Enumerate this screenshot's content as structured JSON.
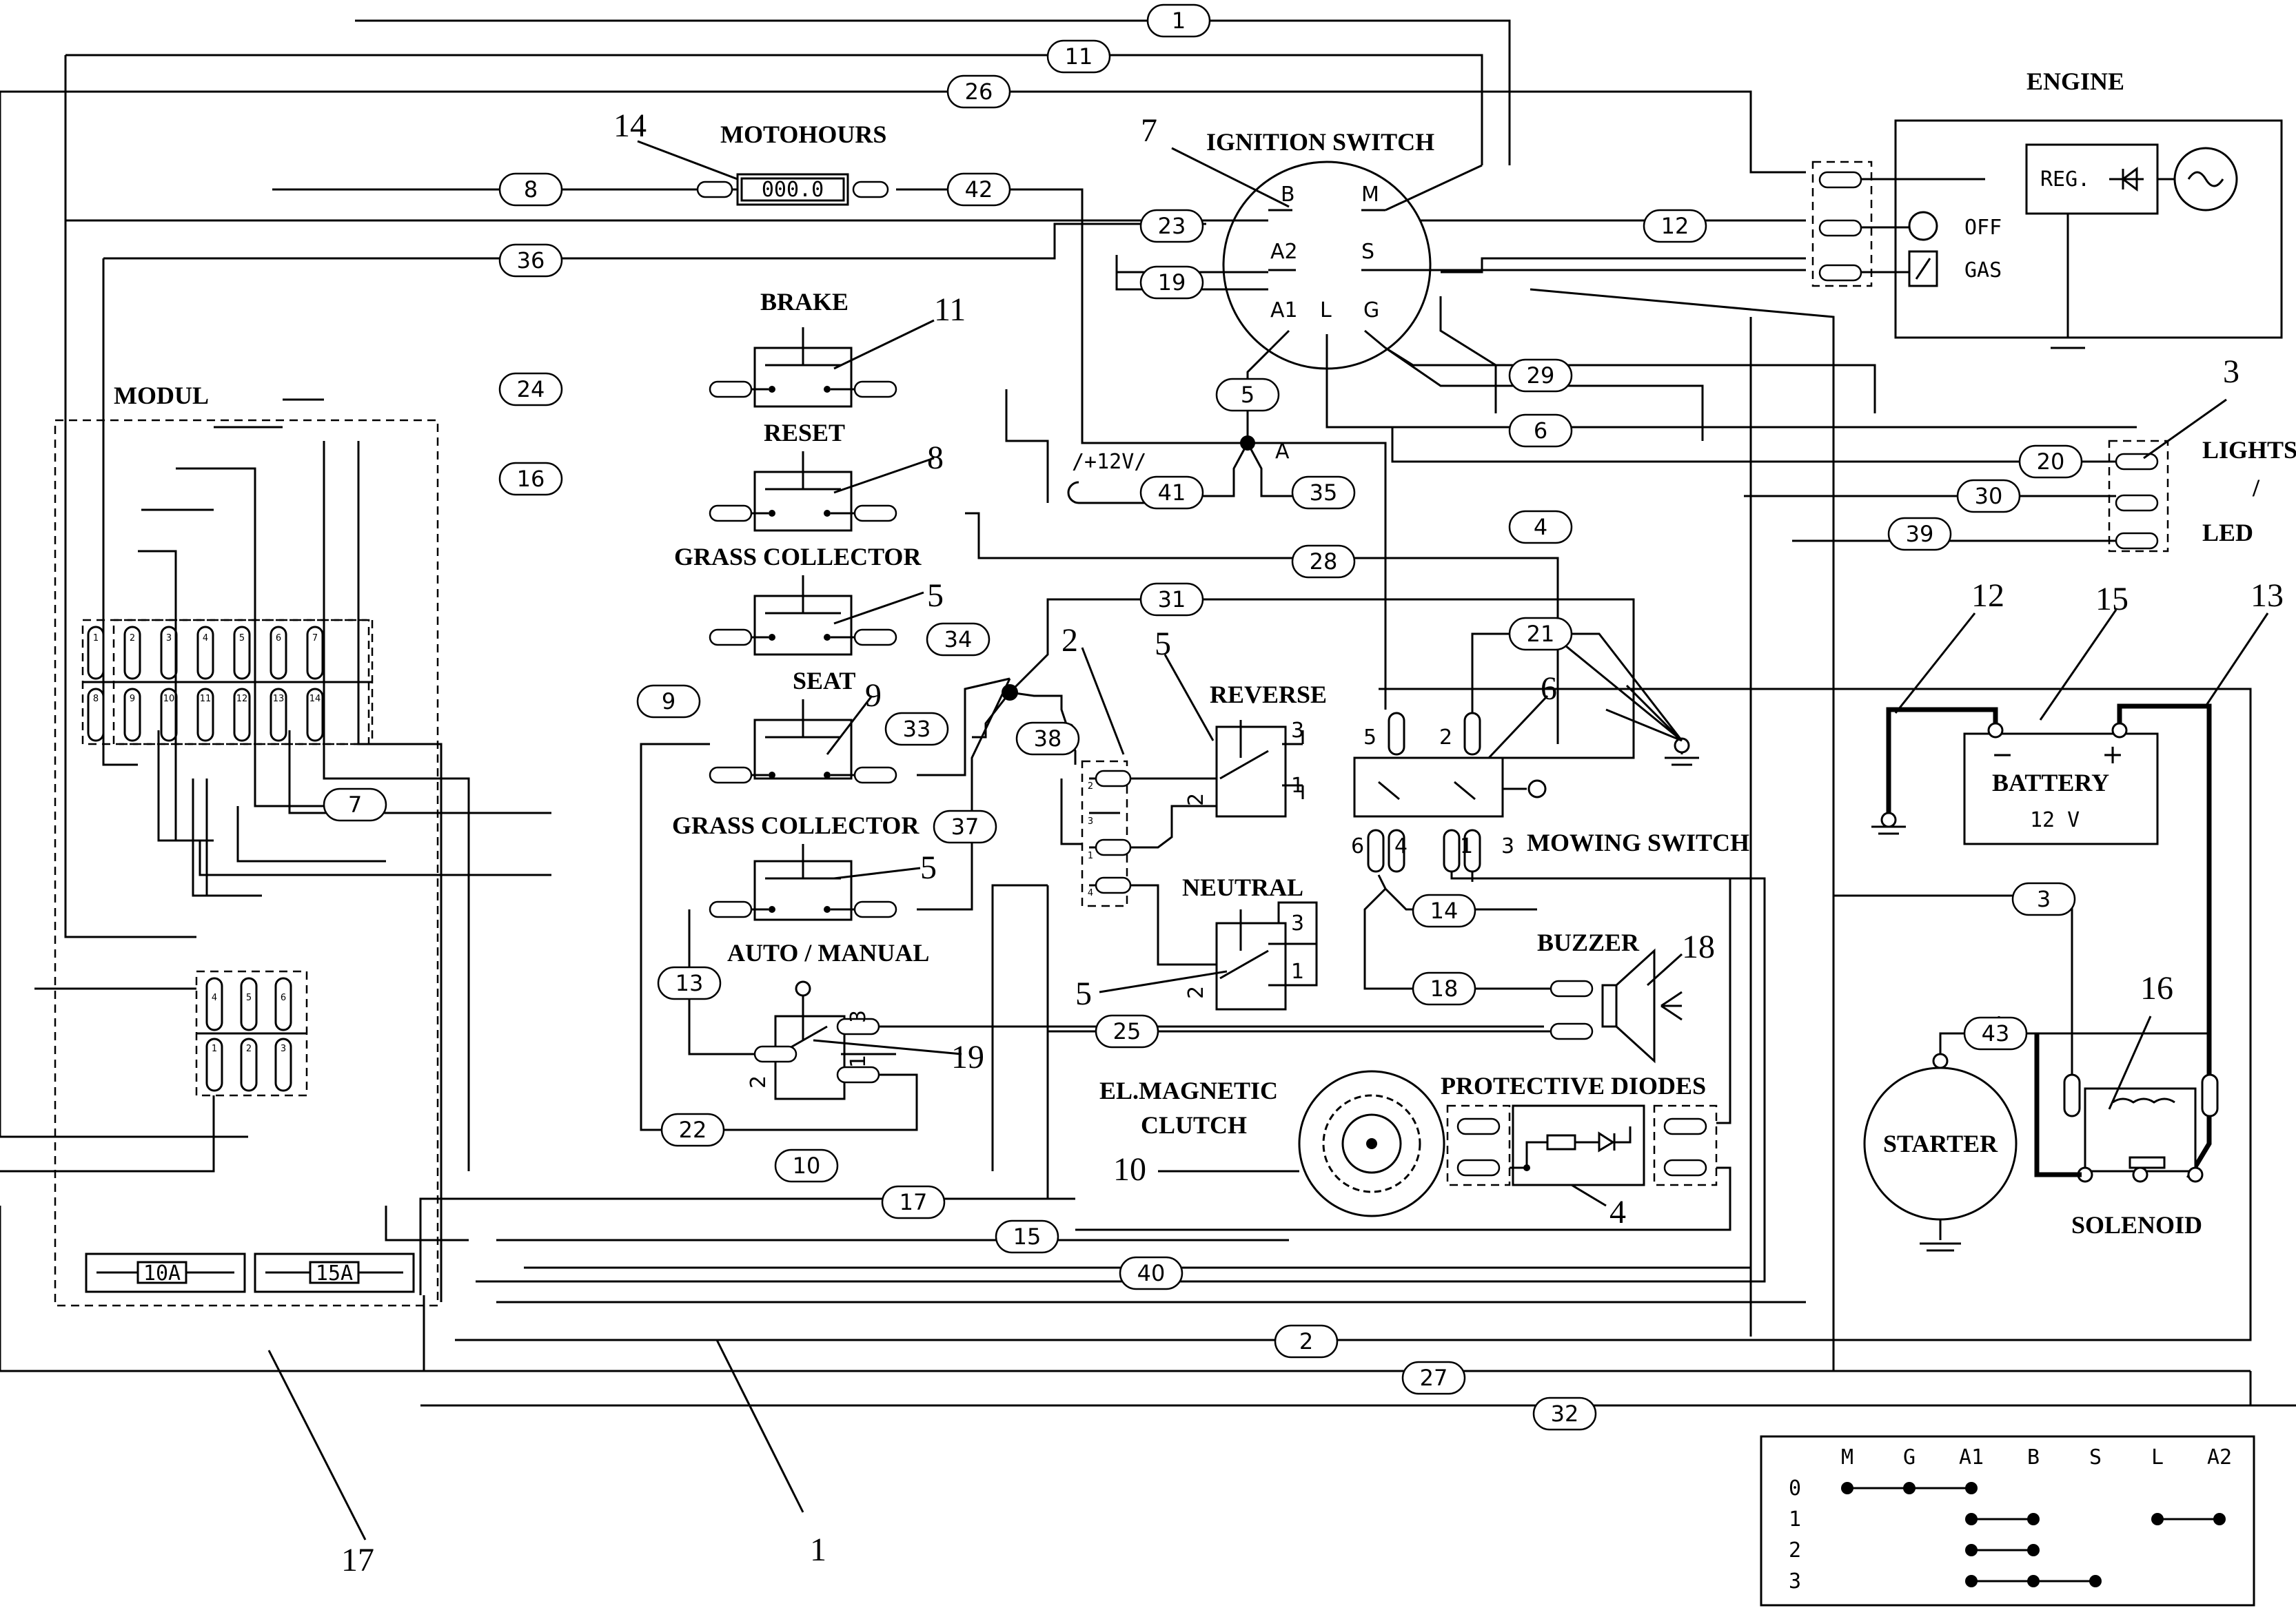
{
  "components": {
    "engine": "ENGINE",
    "motohours": "MOTOHOURS",
    "motohours_display": "000.0",
    "ignition_switch": "IGNITION SWITCH",
    "brake": "BRAKE",
    "reset": "RESET",
    "grass_collector_top": "GRASS COLLECTOR",
    "seat": "SEAT",
    "grass_collector_bottom": "GRASS COLLECTOR",
    "auto_manual": "AUTO / MANUAL",
    "reverse": "REVERSE",
    "neutral": "NEUTRAL",
    "mowing_switch": "MOWING SWITCH",
    "buzzer": "BUZZER",
    "protective_diodes": "PROTECTIVE DIODES",
    "el_magnetic_line1": "EL.MAGNETIC",
    "el_magnetic_line2": "CLUTCH",
    "modul": "MODUL",
    "lights": "LIGHTS",
    "lights_slash": "/",
    "led": "LED",
    "battery": "BATTERY",
    "battery_voltage": "12 V",
    "battery_minus": "−",
    "battery_plus": "+",
    "starter": "STARTER",
    "solenoid": "SOLENOID",
    "reg": "REG.",
    "off": "OFF",
    "gas": "GAS",
    "fuse_10a": "10A",
    "fuse_15a": "15A",
    "plus12v": "/+12V/",
    "junction_a": "A",
    "junction_b": "B"
  },
  "ignition_terminals": {
    "b": "B",
    "m": "M",
    "a2": "A2",
    "s": "S",
    "a1": "A1",
    "l": "L",
    "g": "G"
  },
  "pins": {
    "rev_3": "3",
    "rev_1": "1",
    "rev_2": "2",
    "neu_3": "3",
    "neu_1": "1",
    "neu_2": "2",
    "auto_3": "3",
    "auto_1": "1",
    "auto_2": "2",
    "mow_5": "5",
    "mow_2": "2",
    "mow_6": "6",
    "mow_4": "4",
    "mow_1": "1",
    "mow_3": "3",
    "b_2": "2",
    "b_3": "3",
    "b_1": "1",
    "b_4": "4"
  },
  "modul_pins": {
    "top": [
      "1",
      "2",
      "3",
      "4",
      "5",
      "6",
      "7"
    ],
    "bottom": [
      "8",
      "9",
      "10",
      "11",
      "12",
      "13",
      "14"
    ]
  },
  "small_connector_pins": {
    "top": [
      "4",
      "5",
      "6"
    ],
    "bottom": [
      "1",
      "2",
      "3"
    ]
  },
  "callouts": {
    "c14": "14",
    "c7": "7",
    "c11": "11",
    "c8": "8",
    "c5_grass_top": "5",
    "c9": "9",
    "c5_grass_bottom": "5",
    "c19": "19",
    "c2": "2",
    "c5_reverse": "5",
    "c5_neutral": "5",
    "c6": "6",
    "c18": "18",
    "c10": "10",
    "c4": "4",
    "c3": "3",
    "c12": "12",
    "c15": "15",
    "c13": "13",
    "c16": "16",
    "c17": "17",
    "c1": "1"
  },
  "wires": {
    "w1": "1",
    "w11": "11",
    "w26": "26",
    "w8": "8",
    "w42": "42",
    "w23": "23",
    "w12": "12",
    "w19": "19",
    "w36": "36",
    "w24": "24",
    "w5": "5",
    "w29": "29",
    "w6": "6",
    "w20": "20",
    "w16": "16",
    "w41": "41",
    "w35": "35",
    "w30": "30",
    "w4": "4",
    "w39": "39",
    "w28": "28",
    "w31": "31",
    "w21": "21",
    "w34": "34",
    "w9": "9",
    "w33": "33",
    "w38": "38",
    "w7": "7",
    "w37": "37",
    "w14": "14",
    "w13": "13",
    "w18": "18",
    "w3": "3",
    "w25": "25",
    "w43": "43",
    "w22": "22",
    "w10": "10",
    "w17": "17",
    "w15": "15",
    "w40": "40",
    "w2": "2",
    "w27": "27",
    "w32": "32"
  },
  "switch_table": {
    "columns": [
      "M",
      "G",
      "A1",
      "B",
      "S",
      "L",
      "A2"
    ],
    "rows": [
      {
        "position": "0",
        "connected": [
          "M",
          "G",
          "A1"
        ]
      },
      {
        "position": "1",
        "connected": [
          "A1",
          "B",
          "L",
          "A2"
        ]
      },
      {
        "position": "2",
        "connected": [
          "A1",
          "B"
        ]
      },
      {
        "position": "3",
        "connected": [
          "A1",
          "B",
          "S"
        ]
      }
    ]
  }
}
